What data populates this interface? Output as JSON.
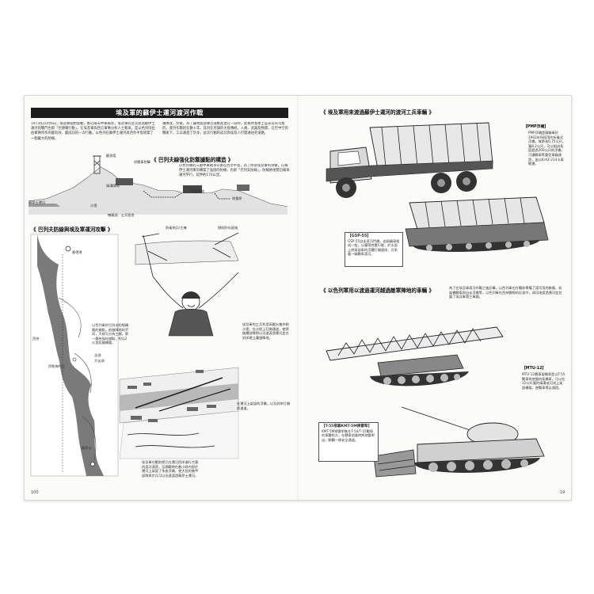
{
  "left_page": {
    "banner": "埃及軍的蘇伊士運河渡河作戰",
    "intro_col1": "1973年10月6日，埃及軍開始發動，鄰近兩天中東戰爭。埃及軍的這次渡過蘇伊士運河的戰鬥也即「巴德爾行動」，在埃及軍與西方軍事分析人士看來，是以色列阿拉伯軍隊所作的最有效、最成功的一次行動。以色列在蘇伊士運河與西奈半島修築了一個龐大的防線。",
    "intro_col2": "運隊攻，然後，為了讓地面部隊迅速推進並在一段時，此條件基本上是非常有可能的，渡河作戰的在數十年，其目在所調的大批傳統，人員、武器及物資，在空中空的戰術下，工兵運進了許多，此次行動的成功為埃及人打開通往的道路。",
    "section_bartlev_defense": "《 巴列夫線強化防禦據點的構造 》",
    "bartlev_defense_text": "以色列軍的三處中東戰爭以後在西奈半島，為了防禦埃及軍的攻擊，在蘇伊士運河東岸構築了強固的防線，也即「巴列夫防線」，防線依地勢沿線與運河平行，延伸約170公里。",
    "section_bartlev_attack": "《 巴列夫防線與埃及軍運河攻擊 》",
    "cross_section_labels": {
      "observation": "觀測塔",
      "firing_position": "對戰車射擊",
      "trench": "壕溝陣地",
      "canal_water": "蘇伊士運河",
      "sand_wall": "沙堤",
      "bunker": "碉堡陣地",
      "minefield": "地雷原",
      "command": "指揮所",
      "oil": "防衛炮兵/主掩",
      "tank_ramp": "戰車射擊位置",
      "shelter": "掩蔽部、士兵宿舍",
      "fuel": "燃料貯存設施"
    },
    "map_labels": {
      "port_said": "塞得港",
      "sinai": "西奈",
      "ismailia": "伊斯梅利亞",
      "bitter_lake": "苦湖",
      "suez": "蘇伊士",
      "great_bitter": "大苦湖"
    },
    "map_caption": "以色列軍於巴列夫防線構築的據點，依據陣地的不同，大致可分為三類，第一類為強化據點，約以2公里距離構築。",
    "soldier_caption": "埃及軍的工兵利用高壓水槍沖刷沙堤，在沙堤上打開通道，使得後續部隊得以迅速渡過運河並在對岸建立灘頭陣地。",
    "crossing_caption": "埃及軍在戰前就已在運河西岸進行大量的渡河演習，至開戰時在數小時內即於運河上架設了多座浮橋，使大批的裝甲部隊與步兵可以迅速渡過蘇伊士運河。",
    "bridge_caption": "在運河上架設的浮橋，以及對岸打開的通道。",
    "page_number": "100"
  },
  "right_page": {
    "section_engineering": "《 埃及軍用來渡過蘇伊士運河的渡河工兵車輛 》",
    "pmp": {
      "name": "【PMP浮橋】",
      "text": "PMP浮橋是蘇聯軍於1962年所採用的折疊式浮橋，每節長6.75公尺，寬8.2公尺，可以組成長度超過200公尺的浮橋，可讓戰車等重型車輛通過，並以KrAZ-214卡車搬運。"
    },
    "gsp": {
      "name": "【GSP-55】",
      "text": "GSP-55自走渡河門橋，由兩輛車組成一組，以履帶底盤行駛，於水面上將兩部車的浮體打開連接，可承載一輛戰車渡河。"
    },
    "section_israel": "《 以色列軍用以渡過運河越過敵軍陣地的車輛 》",
    "israel_intro": "為了在埃及軍渡河作戰之後反擊，以色列軍也在戰前準備了渡河用的裝備，如架橋戰車與自走浮橋等，以色列軍在西奈戰線的反攻中，成功地渡過運河並包圍了埃及軍第三軍團。",
    "mtu": {
      "name": "【MTU-12】",
      "text": "MTU-12戰車架橋車是以T-55戰車為底盤的架橋車，可以在12公尺寬的壕溝或河流上架設橋樑，使戰車得以通過。"
    },
    "kmt": {
      "name": "【T-55搭載KMT-5M掃雷犁】",
      "text": "KMT-5M掃雷犁裝在T-54/T-55戰車的車體前方，在戰車前進時將地雷犁出，開闢一條安全通道。"
    },
    "page_number": "19"
  }
}
